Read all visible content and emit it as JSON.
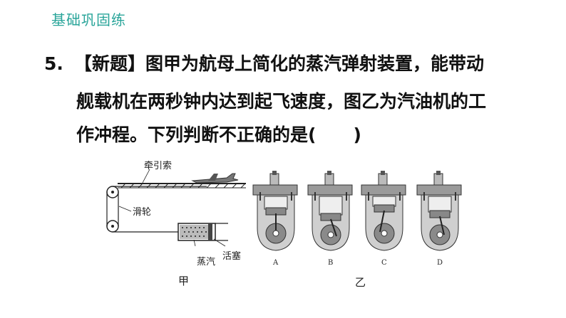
{
  "header": {
    "title": "基础巩固练"
  },
  "question": {
    "number": "5.",
    "line1": "【新题】图甲为航母上简化的蒸汽弹射装置，能带动",
    "line2": "舰载机在两秒钟内达到起飞速度，图乙为汽油机的工",
    "line3_pre": "作冲程。下列判断不正确的是(",
    "line3_post": ")"
  },
  "figure_jia": {
    "caption": "甲",
    "label_rope": "牵引索",
    "label_pulley": "滑轮",
    "label_steam": "蒸汽",
    "label_piston": "活塞"
  },
  "figure_yi": {
    "caption": "乙",
    "engines": [
      "A",
      "B",
      "C",
      "D"
    ]
  }
}
